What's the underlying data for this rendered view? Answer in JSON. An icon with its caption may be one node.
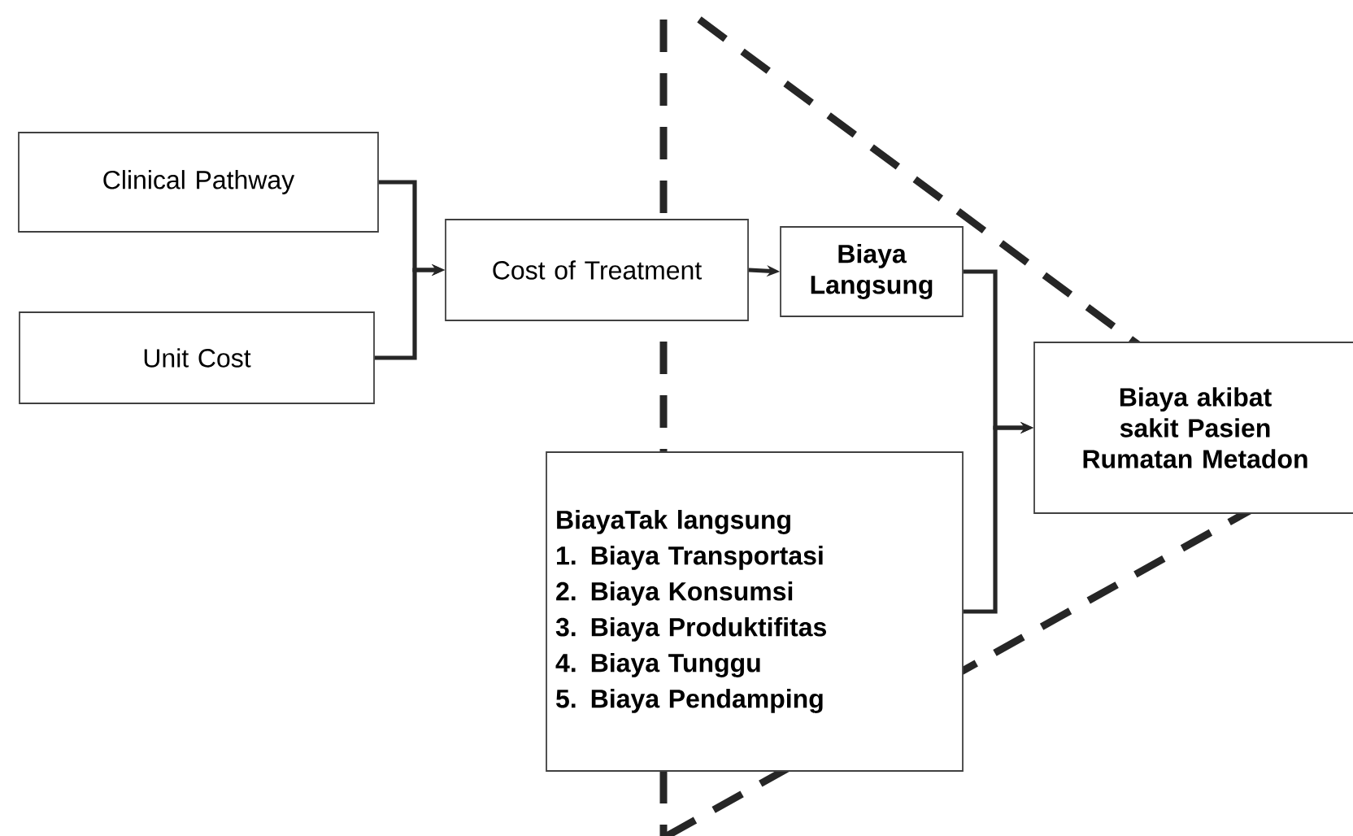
{
  "diagram": {
    "nodes": [
      {
        "text": [
          "Clinical Pathway"
        ]
      },
      {
        "text": [
          "Unit Cost"
        ]
      },
      {
        "text": [
          "Cost of Treatment"
        ]
      },
      {
        "text": [
          "Biaya Langsung"
        ]
      },
      {
        "text": [
          "Biaya akibat sakit Pasien Rumatan Metadon"
        ]
      },
      {
        "text": [
          "BiayaTak langsung",
          "1. Biaya Transportasi",
          "2. Biaya Konsumsi",
          "3. Biaya Produktifitas",
          "4. Biaya Tunggu",
          "5. Biaya Pendamping"
        ]
      }
    ],
    "edges": [
      {
        "from": 0,
        "to": 2,
        "arrow": "to"
      },
      {
        "from": 1,
        "to": 2,
        "arrow": "to"
      },
      {
        "from": 2,
        "to": 3,
        "arrow": "to"
      },
      {
        "from": 3,
        "to": 4,
        "arrow": "to"
      },
      {
        "from": 5,
        "to": 4,
        "arrow": "to"
      }
    ]
  }
}
